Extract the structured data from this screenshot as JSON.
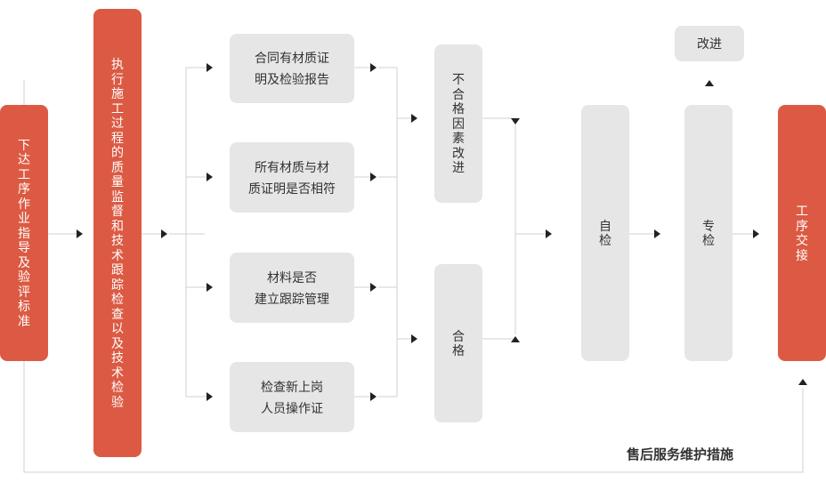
{
  "nodes": {
    "step_issue": "下达工序作业指导及验评标准",
    "step_supervise": "执行施工过程的质量监督和技术跟踪检查以及技术检验",
    "check_contract": "合同有材质证\n明及检验报告",
    "check_match": "所有材质与材\n质证明是否相符",
    "check_tracking": "材料是否\n建立跟踪管理",
    "check_staff": "检查新上岗\n人员操作证",
    "result_fail": "不合格因素改进",
    "result_pass": "合格",
    "self_check": "自检",
    "special_check": "专检",
    "improve": "改进",
    "handover": "工序交接"
  },
  "caption": "售后服务维护措施",
  "colors": {
    "accent_red": "#dc5a43",
    "box_grey": "#e6e6e6",
    "line": "#d0d0d0",
    "arrow": "#222222",
    "text_dark": "#333333"
  }
}
